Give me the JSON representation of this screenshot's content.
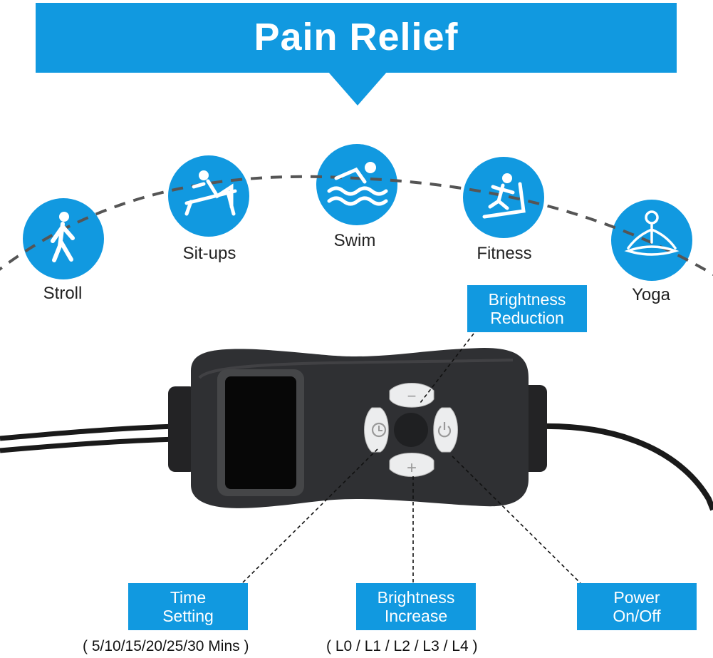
{
  "banner": {
    "title": "Pain Relief"
  },
  "activities": [
    {
      "label": "Stroll",
      "icon": "walking-person-icon"
    },
    {
      "label": "Sit-ups",
      "icon": "sit-up-bench-icon"
    },
    {
      "label": "Swim",
      "icon": "swimmer-icon"
    },
    {
      "label": "Fitness",
      "icon": "treadmill-runner-icon"
    },
    {
      "label": "Yoga",
      "icon": "yoga-meditation-icon"
    }
  ],
  "controller": {
    "buttons": [
      {
        "name": "minus",
        "glyph": "−"
      },
      {
        "name": "plus",
        "glyph": "+"
      },
      {
        "name": "timer",
        "icon": "clock-icon"
      },
      {
        "name": "power",
        "icon": "power-icon"
      }
    ]
  },
  "callouts": {
    "brightness_reduction": {
      "line1": "Brightness",
      "line2": "Reduction"
    },
    "time_setting": {
      "line1": "Time",
      "line2": "Setting",
      "note": "( 5/10/15/20/25/30 Mins )"
    },
    "brightness_increase": {
      "line1": "Brightness",
      "line2": "Increase",
      "note": "( L0 / L1 / L2 / L3 / L4 )"
    },
    "power": {
      "line1": "Power",
      "line2": "On/Off"
    }
  },
  "colors": {
    "accent": "#1199e0",
    "device": "#2f3033",
    "text": "#222222"
  }
}
